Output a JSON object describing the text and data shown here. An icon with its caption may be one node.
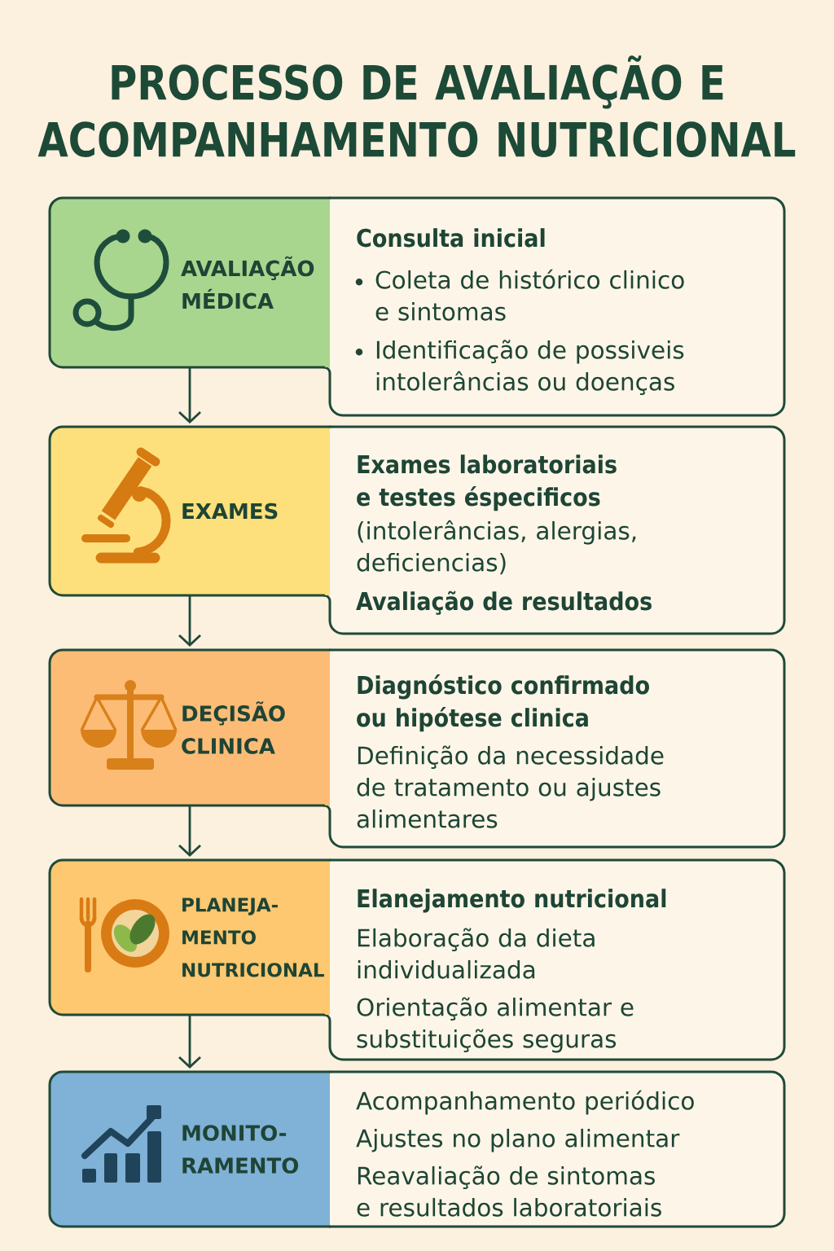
{
  "diagram": {
    "title": "PROCESSO DE AVALIAÇÃO E ACOMPANHAMENTO NUTRICIONAL",
    "nodes": [
      {
        "text": [
          "AVALIAÇÃO MÉDICA"
        ]
      },
      {
        "text": [
          "Consulta inicial",
          "Coleta de histórico clinico e sintomas",
          "Identificação de possiveis intolerâncias ou doenças"
        ]
      },
      {
        "text": [
          "EXAMES"
        ]
      },
      {
        "text": [
          "Exames laboratoriais e testes éspecificos",
          "(intolerâncias, alergias, deficiencias)",
          "Avaliação de resultados"
        ]
      },
      {
        "text": [
          "DEÇISÃO CLINICA"
        ]
      },
      {
        "text": [
          "Diagnóstico confirmado ou hipótese clinica",
          "Definição da necessidade de tratamento ou ajustes alimentares"
        ]
      },
      {
        "text": [
          "PLANEJA- MENTO NUTRICIONAL"
        ]
      },
      {
        "text": [
          "Elanejamento nutricional",
          "Elaboração da dieta individualizada",
          "Orientação alimentar e substituições seguras"
        ]
      },
      {
        "text": [
          "MONITO- RAMENTO"
        ]
      },
      {
        "text": [
          "Acompanhamento periódico",
          "Ajustes no plano alimentar",
          "Reavaliação de sintomas e resultados laboratoriais"
        ]
      }
    ],
    "edges": [
      {
        "from": 0,
        "to": 2,
        "arrow": "to"
      },
      {
        "from": 2,
        "to": 4,
        "arrow": "to"
      },
      {
        "from": 4,
        "to": 6,
        "arrow": "to"
      },
      {
        "from": 6,
        "to": 8,
        "arrow": "to"
      }
    ]
  }
}
